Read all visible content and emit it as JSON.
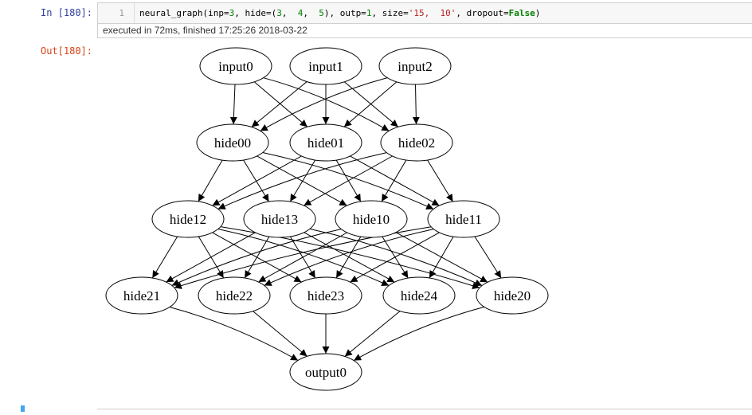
{
  "input_cell": {
    "prompt": "In  [180]:",
    "line_number": "1",
    "code": {
      "fn": "neural_graph(inp=",
      "n1": "3",
      "p1": ", hide=(",
      "n2": "3",
      "p2": ",  ",
      "n3": "4",
      "p3": ",  ",
      "n4": "5",
      "p4": "), outp=",
      "n5": "1",
      "p5": ", size=",
      "s1": "'15,  10'",
      "p6": ", dropout=",
      "kw": "False",
      "p7": ")"
    },
    "exec_info": "executed in 72ms, finished 17:25:26 2018-03-22"
  },
  "output_cell": {
    "prompt": "Out[180]:"
  },
  "graph": {
    "nodes": {
      "input0": "input0",
      "input1": "input1",
      "input2": "input2",
      "hide00": "hide00",
      "hide01": "hide01",
      "hide02": "hide02",
      "hide12": "hide12",
      "hide13": "hide13",
      "hide10": "hide10",
      "hide11": "hide11",
      "hide21": "hide21",
      "hide22": "hide22",
      "hide23": "hide23",
      "hide24": "hide24",
      "hide20": "hide20",
      "output0": "output0"
    },
    "layers": [
      [
        "input0",
        "input1",
        "input2"
      ],
      [
        "hide00",
        "hide01",
        "hide02"
      ],
      [
        "hide12",
        "hide13",
        "hide10",
        "hide11"
      ],
      [
        "hide21",
        "hide22",
        "hide23",
        "hide24",
        "hide20"
      ],
      [
        "output0"
      ]
    ]
  }
}
